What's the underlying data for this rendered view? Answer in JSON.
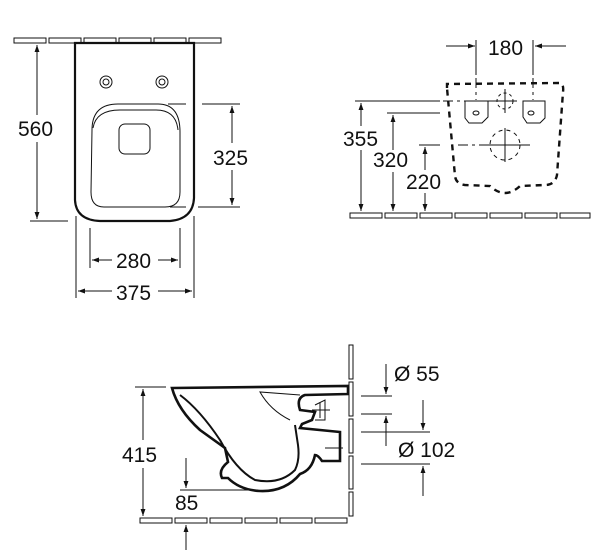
{
  "top_view": {
    "dim_length": "560",
    "dim_seat_length": "325",
    "dim_seat_width": "280",
    "dim_width": "375"
  },
  "rear_view": {
    "dim_bolt_spacing": "180",
    "dim_bolt_height": "355",
    "dim_inlet_height": "320",
    "dim_outlet_height": "220"
  },
  "side_view": {
    "dim_height": "415",
    "dim_bottom": "85",
    "dim_inlet_diameter": "Ø 55",
    "dim_outlet_diameter": "Ø 102"
  }
}
